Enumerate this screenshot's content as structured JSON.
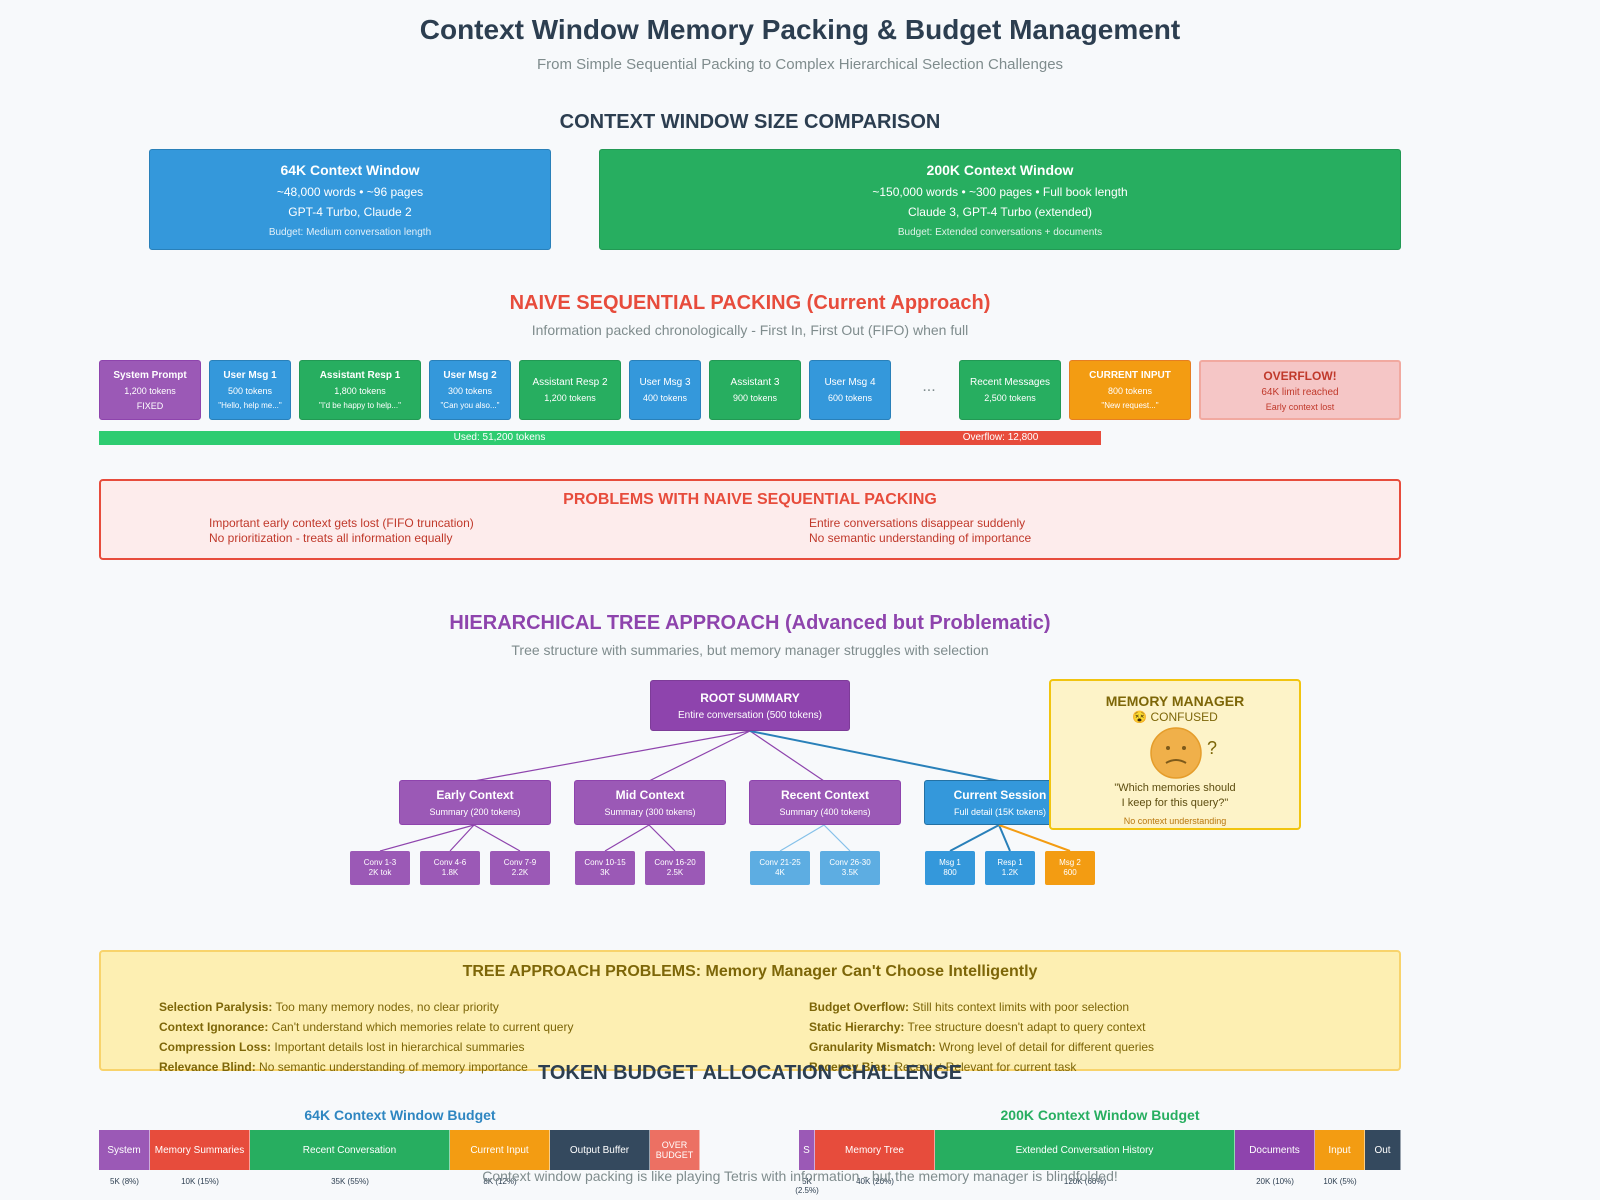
{
  "header": {
    "title": "Context Window Memory Packing & Budget Management",
    "subtitle": "From Simple Sequential Packing to Complex Hierarchical Selection Challenges"
  },
  "comparison": {
    "heading": "CONTEXT WINDOW SIZE COMPARISON",
    "w64": {
      "title": "64K Context Window",
      "line2": "~48,000 words • ~96 pages",
      "line3": "GPT-4 Turbo, Claude 2",
      "line4": "Budget: Medium conversation length"
    },
    "w200": {
      "title": "200K Context Window",
      "line2": "~150,000 words • ~300 pages • Full book length",
      "line3": "Claude 3, GPT-4 Turbo (extended)",
      "line4": "Budget: Extended conversations + documents"
    }
  },
  "naive": {
    "heading": "NAIVE SEQUENTIAL PACKING (Current Approach)",
    "sub": "Information packed chronologically - First In, First Out (FIFO) when full",
    "blocks": [
      {
        "name": "System Prompt",
        "tokens": "1,200 tokens",
        "note": "FIXED"
      },
      {
        "name": "User Msg 1",
        "tokens": "500 tokens",
        "note": "\"Hello, help me...\""
      },
      {
        "name": "Assistant Resp 1",
        "tokens": "1,800 tokens",
        "note": "\"I'd be happy to help...\""
      },
      {
        "name": "User Msg 2",
        "tokens": "300 tokens",
        "note": "\"Can you also...\""
      },
      {
        "name": "Assistant Resp 2",
        "tokens": "1,200 tokens"
      },
      {
        "name": "User Msg 3",
        "tokens": "400 tokens"
      },
      {
        "name": "Assistant 3",
        "tokens": "900 tokens"
      },
      {
        "name": "User Msg 4",
        "tokens": "600 tokens"
      },
      {
        "name": "Recent Messages",
        "tokens": "2,500 tokens"
      },
      {
        "name": "CURRENT INPUT",
        "tokens": "800 tokens",
        "note": "\"New request...\""
      }
    ],
    "ellipsis": "...",
    "overflow": {
      "title": "OVERFLOW!",
      "line2": "64K limit reached",
      "line3": "Early context lost"
    },
    "used_label": "Used: 51,200 tokens",
    "overflow_label": "Overflow: 12,800"
  },
  "problems": {
    "heading": "PROBLEMS WITH NAIVE SEQUENTIAL PACKING",
    "items": [
      "Important early context gets lost (FIFO truncation)",
      "No prioritization - treats all information equally",
      "Entire conversations disappear suddenly",
      "No semantic understanding of importance"
    ]
  },
  "tree": {
    "heading": "HIERARCHICAL TREE APPROACH (Advanced but Problematic)",
    "sub": "Tree structure with summaries, but memory manager struggles with selection",
    "root": {
      "title": "ROOT SUMMARY",
      "desc": "Entire conversation (500 tokens)"
    },
    "branches": [
      {
        "title": "Early Context",
        "desc": "Summary (200 tokens)"
      },
      {
        "title": "Mid Context",
        "desc": "Summary (300 tokens)"
      },
      {
        "title": "Recent Context",
        "desc": "Summary (400 tokens)"
      },
      {
        "title": "Current Session",
        "desc": "Full detail (15K tokens)"
      }
    ],
    "leaves": [
      {
        "l1": "Conv 1-3",
        "l2": "2K tok"
      },
      {
        "l1": "Conv 4-6",
        "l2": "1.8K"
      },
      {
        "l1": "Conv 7-9",
        "l2": "2.2K"
      },
      {
        "l1": "Conv 10-15",
        "l2": "3K"
      },
      {
        "l1": "Conv 16-20",
        "l2": "2.5K"
      },
      {
        "l1": "Conv 21-25",
        "l2": "4K"
      },
      {
        "l1": "Conv 26-30",
        "l2": "3.5K"
      },
      {
        "l1": "Msg 1",
        "l2": "800"
      },
      {
        "l1": "Resp 1",
        "l2": "1.2K"
      },
      {
        "l1": "Msg 2",
        "l2": "600"
      }
    ],
    "manager": {
      "title": "MEMORY MANAGER",
      "status": "😵 CONFUSED",
      "q": "?",
      "quote1": "\"Which memories should",
      "quote2": "I keep for this query?\"",
      "note": "No context understanding"
    }
  },
  "tree_problems": {
    "heading": "TREE APPROACH PROBLEMS: Memory Manager Can't Choose Intelligently",
    "items": [
      {
        "k": "Selection Paralysis:",
        "v": " Too many memory nodes, no clear priority"
      },
      {
        "k": "Context Ignorance:",
        "v": " Can't understand which memories relate to current query"
      },
      {
        "k": "Compression Loss:",
        "v": " Important details lost in hierarchical summaries"
      },
      {
        "k": "Relevance Blind:",
        "v": " No semantic understanding of memory importance"
      },
      {
        "k": "Budget Overflow:",
        "v": " Still hits context limits with poor selection"
      },
      {
        "k": "Static Hierarchy:",
        "v": " Tree structure doesn't adapt to query context"
      },
      {
        "k": "Granularity Mismatch:",
        "v": " Wrong level of detail for different queries"
      },
      {
        "k": "Recency Bias:",
        "v": " Recent ≠ Relevant for current task"
      }
    ]
  },
  "budget": {
    "heading": "TOKEN BUDGET ALLOCATION CHALLENGE",
    "b64": {
      "title": "64K Context Window Budget",
      "segments": [
        {
          "label": "System",
          "pct": "5K (8%)",
          "color": "#9b59b6"
        },
        {
          "label": "Memory Summaries",
          "pct": "10K (15%)",
          "color": "#e74c3c"
        },
        {
          "label": "Recent Conversation",
          "pct": "35K (55%)",
          "color": "#27ae60"
        },
        {
          "label": "Current Input",
          "pct": "8K (12%)",
          "color": "#f39c12"
        },
        {
          "label": "Output Buffer",
          "pct": "",
          "color": "#34495e"
        },
        {
          "label": "OVER BUDGET",
          "pct": "",
          "color": "#ec7063"
        }
      ]
    },
    "b200": {
      "title": "200K Context Window Budget",
      "segments": [
        {
          "label": "S",
          "pct": "5K (2.5%)",
          "color": "#9b59b6"
        },
        {
          "label": "Memory Tree",
          "pct": "40K (20%)",
          "color": "#e74c3c"
        },
        {
          "label": "Extended Conversation History",
          "pct": "120K (60%)",
          "color": "#27ae60"
        },
        {
          "label": "Documents",
          "pct": "20K (10%)",
          "color": "#8e44ad"
        },
        {
          "label": "Input",
          "pct": "10K (5%)",
          "color": "#f39c12"
        },
        {
          "label": "Out",
          "pct": "",
          "color": "#34495e"
        }
      ]
    },
    "footer": "Context window packing is like playing Tetris with information - but the memory manager is blindfolded!"
  }
}
